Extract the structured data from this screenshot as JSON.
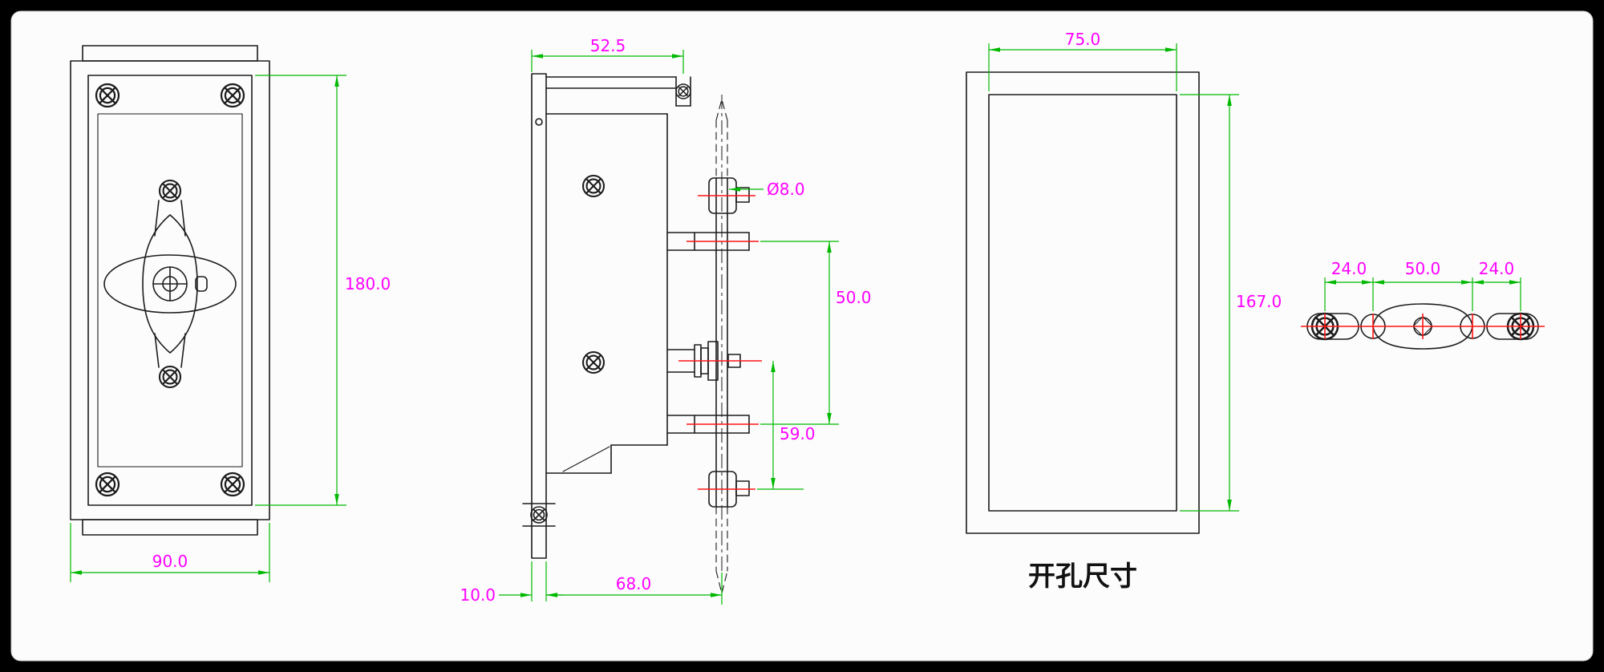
{
  "colors": {
    "background": "#000000",
    "canvas": "#fcfcfc",
    "object_line": "#1c1c1c",
    "dimension_line": "#00b900",
    "dimension_text": "#ff00ff",
    "centerline": "#ff1414",
    "hatch": "#00c8c8",
    "caption_text": "#111111"
  },
  "views": {
    "front": {
      "height_label": "180.0",
      "width_label": "90.0"
    },
    "side": {
      "bracket_width_label": "52.5",
      "rod_diameter_label": "Ø8.0",
      "stroke_span_label": "50.0",
      "lower_span_label": "59.0",
      "plate_thickness_label": "10.0",
      "depth_label": "68.0"
    },
    "cutout": {
      "width_label": "75.0",
      "height_label": "167.0",
      "caption": "开孔尺寸"
    },
    "cam": {
      "left_span_label": "24.0",
      "center_span_label": "50.0",
      "right_span_label": "24.0"
    }
  }
}
